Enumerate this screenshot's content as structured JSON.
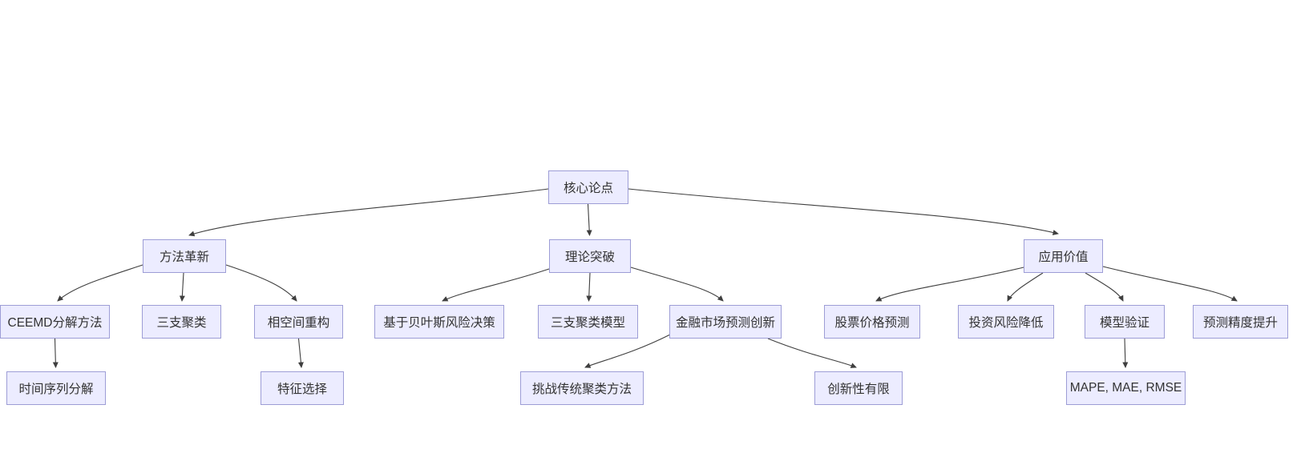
{
  "diagram": {
    "type": "flowchart-top-down",
    "colors": {
      "background": "#ffffff",
      "node_fill": "#ECECFF",
      "node_border": "#9d9dd6",
      "node_text": "#333333",
      "edge": "#3f3f3f"
    },
    "nodes": [
      {
        "id": "core-thesis",
        "label": "核心论点"
      },
      {
        "id": "method-innovation",
        "label": "方法革新"
      },
      {
        "id": "theory-breakthrough",
        "label": "理论突破"
      },
      {
        "id": "application-value",
        "label": "应用价值"
      },
      {
        "id": "ceemd-decomposition",
        "label": "CEEMD分解方法"
      },
      {
        "id": "three-way-clustering",
        "label": "三支聚类"
      },
      {
        "id": "phase-space-reconstruction",
        "label": "相空间重构"
      },
      {
        "id": "bayes-risk-decision",
        "label": "基于贝叶斯风险决策"
      },
      {
        "id": "three-way-clustering-model",
        "label": "三支聚类模型"
      },
      {
        "id": "financial-market-prediction",
        "label": "金融市场预测创新"
      },
      {
        "id": "stock-price-prediction",
        "label": "股票价格预测"
      },
      {
        "id": "investment-risk-reduction",
        "label": "投资风险降低"
      },
      {
        "id": "model-validation",
        "label": "模型验证"
      },
      {
        "id": "prediction-accuracy-improvement",
        "label": "预测精度提升"
      },
      {
        "id": "time-series-decomposition",
        "label": "时间序列分解"
      },
      {
        "id": "feature-selection",
        "label": "特征选择"
      },
      {
        "id": "challenge-traditional-clustering",
        "label": "挑战传统聚类方法"
      },
      {
        "id": "limited-novelty",
        "label": "创新性有限"
      },
      {
        "id": "mape-mae-rmse",
        "label": "MAPE, MAE, RMSE"
      }
    ],
    "edges": [
      {
        "from": "core-thesis",
        "to": "method-innovation"
      },
      {
        "from": "core-thesis",
        "to": "theory-breakthrough"
      },
      {
        "from": "core-thesis",
        "to": "application-value"
      },
      {
        "from": "method-innovation",
        "to": "ceemd-decomposition"
      },
      {
        "from": "method-innovation",
        "to": "three-way-clustering"
      },
      {
        "from": "method-innovation",
        "to": "phase-space-reconstruction"
      },
      {
        "from": "ceemd-decomposition",
        "to": "time-series-decomposition"
      },
      {
        "from": "phase-space-reconstruction",
        "to": "feature-selection"
      },
      {
        "from": "theory-breakthrough",
        "to": "bayes-risk-decision"
      },
      {
        "from": "theory-breakthrough",
        "to": "three-way-clustering-model"
      },
      {
        "from": "theory-breakthrough",
        "to": "financial-market-prediction"
      },
      {
        "from": "financial-market-prediction",
        "to": "challenge-traditional-clustering"
      },
      {
        "from": "financial-market-prediction",
        "to": "limited-novelty"
      },
      {
        "from": "application-value",
        "to": "stock-price-prediction"
      },
      {
        "from": "application-value",
        "to": "investment-risk-reduction"
      },
      {
        "from": "application-value",
        "to": "model-validation"
      },
      {
        "from": "application-value",
        "to": "prediction-accuracy-improvement"
      },
      {
        "from": "model-validation",
        "to": "mape-mae-rmse"
      }
    ]
  }
}
